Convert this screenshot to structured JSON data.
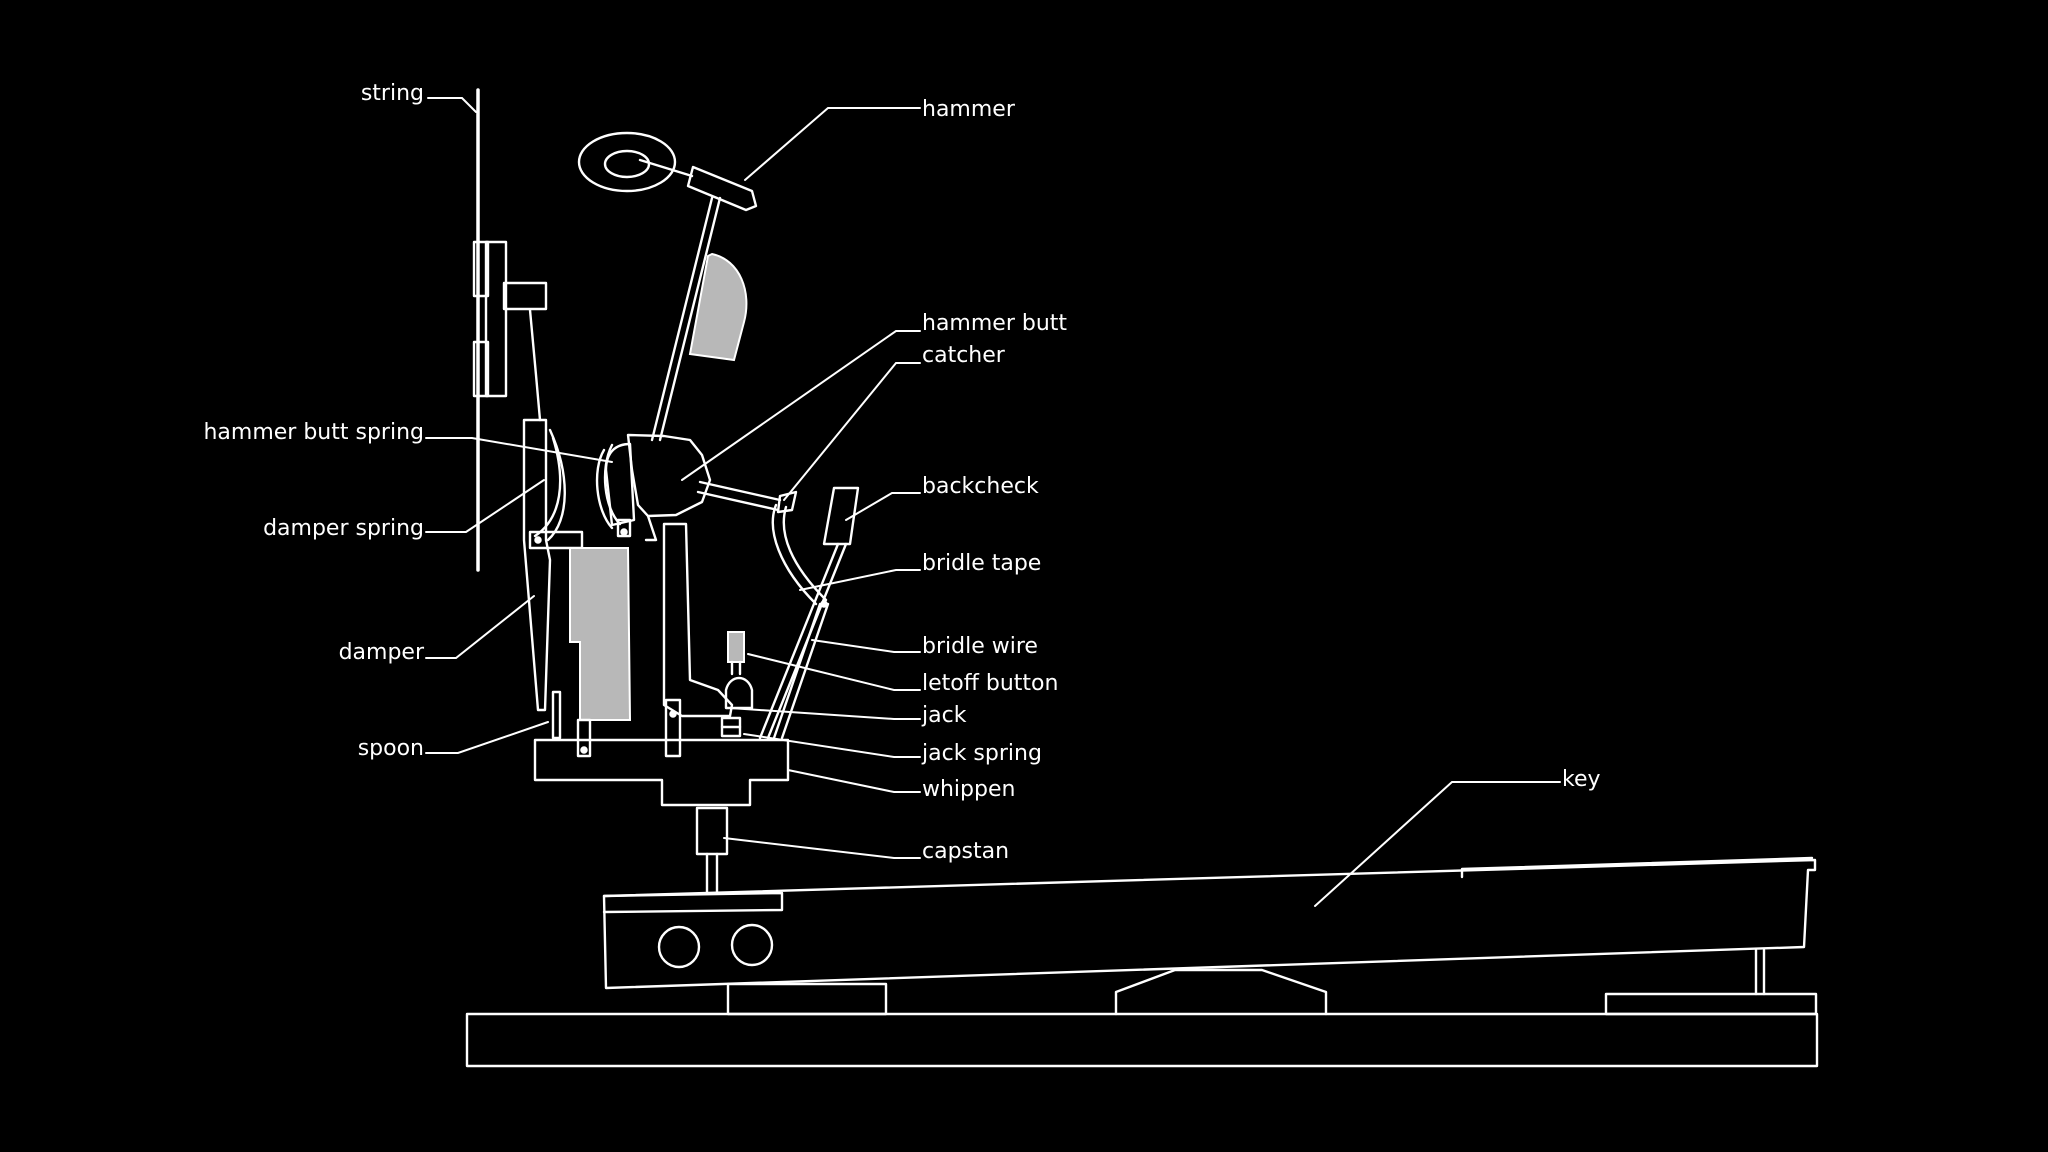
{
  "colors": {
    "background": "#000000",
    "line": "#ffffff",
    "shade": "#b8b8b8"
  },
  "labels": {
    "string": "string",
    "hammer": "hammer",
    "hammer_butt": "hammer butt",
    "catcher": "catcher",
    "hammer_butt_spring": "hammer butt spring",
    "backcheck": "backcheck",
    "damper_spring": "damper spring",
    "bridle_tape": "bridle tape",
    "damper": "damper",
    "bridle_wire": "bridle wire",
    "letoff_button": "letoff button",
    "jack": "jack",
    "spoon": "spoon",
    "jack_spring": "jack spring",
    "whippen": "whippen",
    "key": "key",
    "capstan": "capstan"
  }
}
